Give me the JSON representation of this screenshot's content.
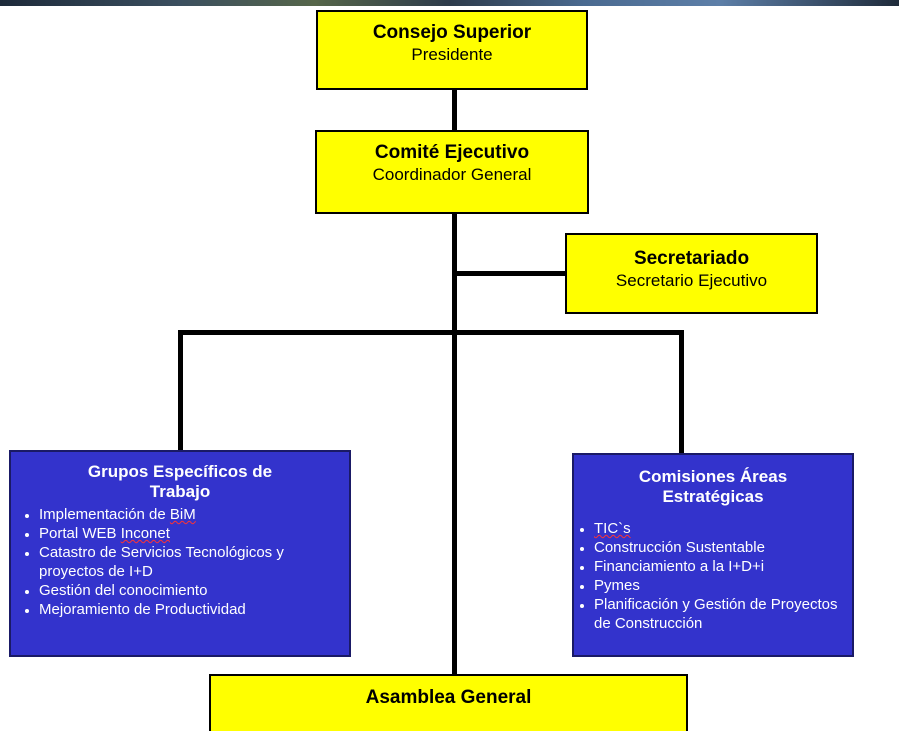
{
  "consejo": {
    "title": "Consejo Superior",
    "subtitle": "Presidente"
  },
  "comite": {
    "title": "Comité Ejecutivo",
    "subtitle": "Coordinador General"
  },
  "secretariado": {
    "title": "Secretariado",
    "subtitle": "Secretario Ejecutivo"
  },
  "grupos": {
    "title_line1": "Grupos Específicos de",
    "title_line2": "Trabajo",
    "items": [
      {
        "pre": "Implementación de ",
        "flag": "BiM",
        "post": ""
      },
      {
        "pre": "Portal WEB ",
        "flag": "Inconet",
        "post": ""
      },
      {
        "pre": "Catastro de Servicios Tecnológicos y proyectos de I+D",
        "flag": "",
        "post": ""
      },
      {
        "pre": "Gestión del conocimiento",
        "flag": "",
        "post": ""
      },
      {
        "pre": "Mejoramiento de Productividad",
        "flag": "",
        "post": ""
      }
    ]
  },
  "comisiones": {
    "title_line1": "Comisiones Áreas",
    "title_line2": "Estratégicas",
    "items": [
      {
        "pre": "",
        "flag": "TIC`s",
        "post": ""
      },
      {
        "pre": "Construcción Sustentable",
        "flag": "",
        "post": ""
      },
      {
        "pre": "Financiamiento a la I+D+i",
        "flag": "",
        "post": ""
      },
      {
        "pre": "Pymes",
        "flag": "",
        "post": ""
      },
      {
        "pre": "Planificación y Gestión de Proyectos de Construcción",
        "flag": "",
        "post": ""
      }
    ]
  },
  "asamblea": {
    "title": "Asamblea General"
  },
  "colors": {
    "yellow_box": "#ffff00",
    "blue_box": "#3333cc",
    "connector": "#000000",
    "spellcheck": "#ff3333"
  }
}
